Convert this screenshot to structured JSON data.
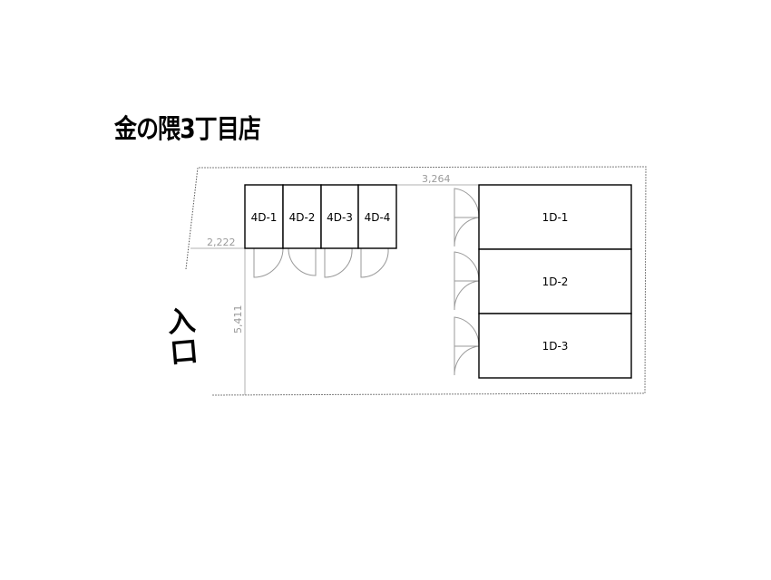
{
  "title": "金の隈3丁目店",
  "entrance": {
    "char1": "入",
    "char2": "口"
  },
  "dimensions": {
    "top_gap": "3,264",
    "left_gap": "2,222",
    "depth": "5,411"
  },
  "units": [
    {
      "id": "4D-1"
    },
    {
      "id": "4D-2"
    },
    {
      "id": "4D-3"
    },
    {
      "id": "4D-4"
    },
    {
      "id": "1D-1"
    },
    {
      "id": "1D-2"
    },
    {
      "id": "1D-3"
    }
  ],
  "colors": {
    "unit_outline": "#000000",
    "lot_outline": "#555555",
    "door_arc": "#9a9a9a",
    "dimension": "#a8a8a8"
  }
}
